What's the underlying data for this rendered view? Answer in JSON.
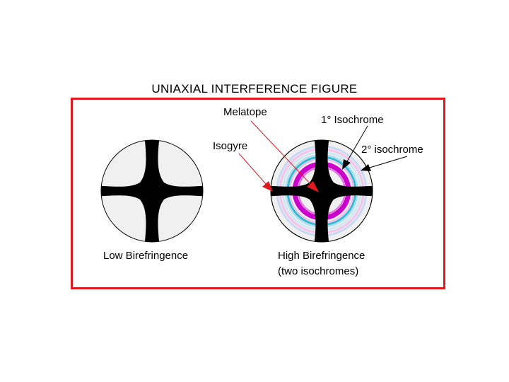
{
  "title": "UNIAXIAL INTERFERENCE FIGURE",
  "labels": {
    "melatope": "Melatope",
    "isogyre": "Isogyre",
    "first_isochrome": "1° Isochrome",
    "second_isochrome": "2° isochrome",
    "low": "Low Birefringence",
    "high": "High Birefringence",
    "high_sub": "(two isochromes)"
  },
  "colors": {
    "frame": "#e0191f",
    "arrow": "#e0191f",
    "isogyre": "#000000",
    "field": "#f0f0f0",
    "first_order_ring": "#cc00cc",
    "second_order_ring": "#33b8d6"
  }
}
